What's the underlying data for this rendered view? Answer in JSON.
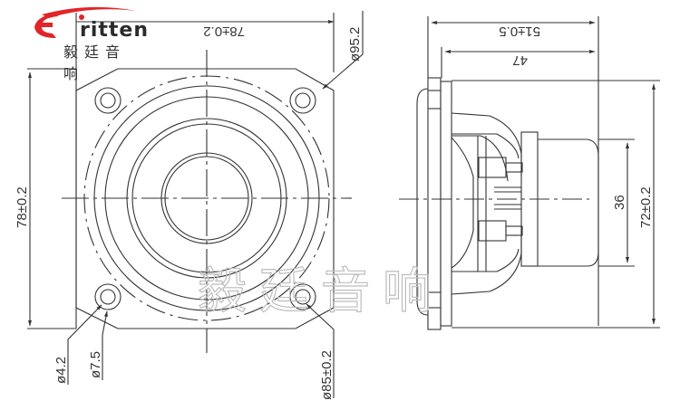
{
  "brand": {
    "logo_word": "ritten",
    "logo_initial": "E",
    "logo_chinese": "毅廷音响",
    "accent_color": "#e0262b"
  },
  "watermark": {
    "text": "毅廷音响"
  },
  "front_view": {
    "dimensions": {
      "width_top": "78±0.2",
      "height_left": "78±0.2",
      "outer_diameter": "ø95.2",
      "hole_diameter": "ø4.2",
      "hole_counterbore": "ø7.5",
      "mounting_circle": "ø85±0.2"
    }
  },
  "side_view": {
    "dimensions": {
      "overall_depth": "51±0.5",
      "body_depth": "47",
      "magnet_height": "36",
      "frame_height": "72±0.2"
    }
  }
}
